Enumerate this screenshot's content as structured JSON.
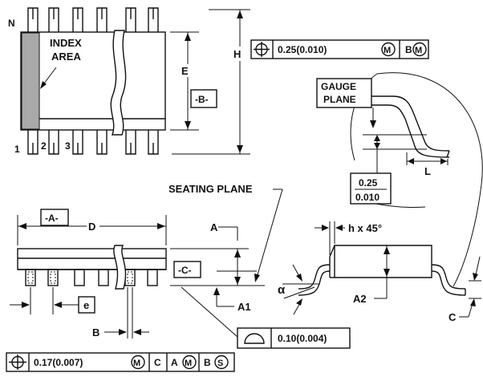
{
  "labels": {
    "pin_n": "N",
    "pin_1": "1",
    "pin_2": "2",
    "pin_3": "3",
    "index_line1": "INDEX",
    "index_line2": "AREA",
    "dim_e_upper": "E",
    "dim_h": "H",
    "datum_b": "-B-",
    "datum_a": "-A-",
    "datum_c": "-C-",
    "dim_d": "D",
    "dim_a": "A",
    "dim_a1": "A1",
    "dim_a2": "A2",
    "seating_plane": "SEATING PLANE",
    "gauge_line1": "GAUGE",
    "gauge_line2": "PLANE",
    "gauge_num": "0.25",
    "gauge_den": "0.010",
    "dim_l": "L",
    "chamfer": "h x 45°",
    "alpha": "α",
    "dim_c": "C",
    "dim_b": "B",
    "dim_e_lower": "e"
  },
  "fcf_top": {
    "tolerance": "0.25(0.010)",
    "mod1": "M",
    "datum": "B",
    "mod2": "M"
  },
  "fcf_flatness": {
    "tolerance": "0.10(0.004)"
  },
  "fcf_bottom": {
    "tolerance": "0.17(0.007)",
    "mod1": "M",
    "datum1": "C",
    "datum2": "A",
    "mod2": "M",
    "datum3": "B",
    "mod3": "S"
  },
  "colors": {
    "line": "#111111",
    "index_fill": "#a9a9a9"
  }
}
